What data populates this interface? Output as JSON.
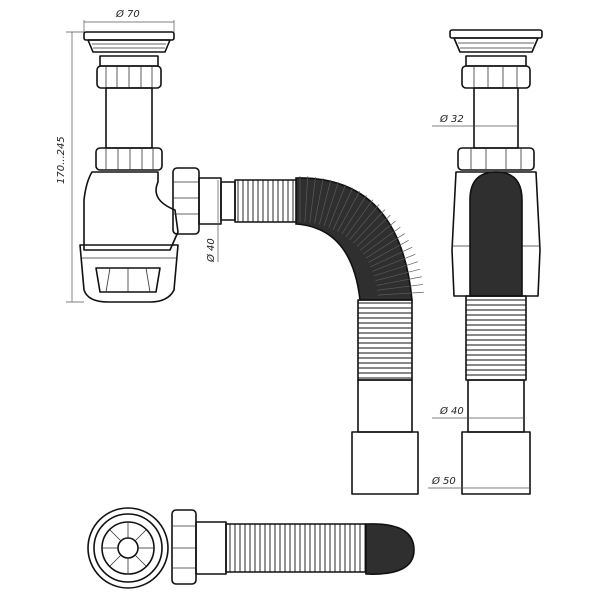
{
  "dimensions": {
    "drain_diameter": "Ø 70",
    "height_range": "170...245",
    "inlet_diameter": "Ø 32",
    "hose_diameter": "Ø 40",
    "right_outlet_inner": "Ø 40",
    "outlet_diameter": "Ø 50"
  },
  "colors": {
    "ink": "#111111",
    "fill": "#ffffff",
    "hose": "#2b2b2b"
  }
}
